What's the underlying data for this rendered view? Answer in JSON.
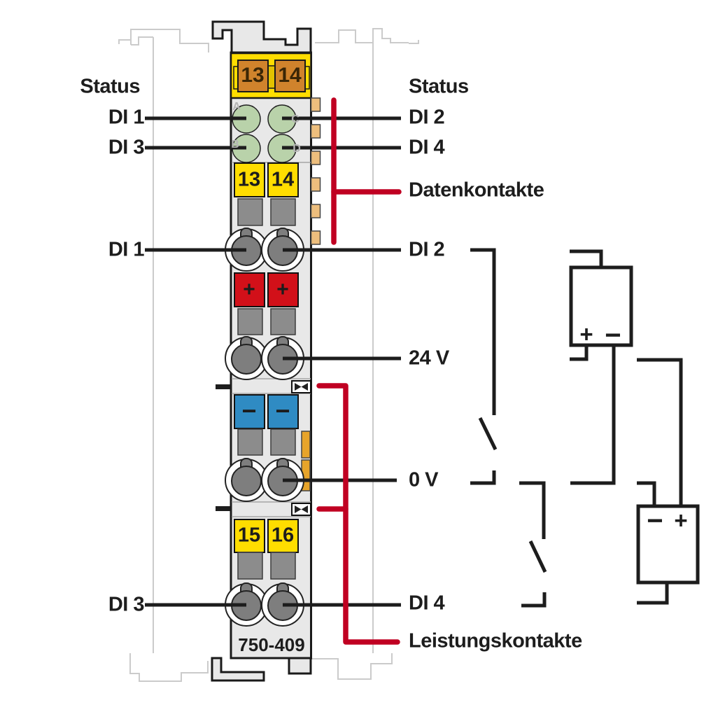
{
  "diagram": {
    "part_number": "750-409",
    "left": {
      "status": "Status",
      "di1_led": "DI 1",
      "di3_led": "DI 3",
      "di1_terminal": "DI 1",
      "di3_terminal": "DI 3"
    },
    "right": {
      "status": "Status",
      "di2_led": "DI 2",
      "di4_led": "DI 4",
      "data_contacts": "Datenkontakte",
      "di2_terminal": "DI 2",
      "v24": "24 V",
      "v0": "0 V",
      "di4_terminal": "DI 4",
      "power_contacts": "Leistungskontakte"
    },
    "module": {
      "bus_contacts": [
        "13",
        "14"
      ],
      "clamps_top": [
        "13",
        "14"
      ],
      "clamps_bottom": [
        "15",
        "16"
      ],
      "led_letters": [
        "A",
        "B",
        "C",
        "D"
      ],
      "plus": "+",
      "minus": "−"
    },
    "colors": {
      "wago_yellow": "#ffdd00",
      "bus_orange": "#d0832c",
      "plus_red": "#d21019",
      "minus_blue": "#2f8bc3",
      "led_green": "#b9d2aa",
      "line_red": "#c00022",
      "line_black": "#1d1d1d",
      "body_gray": "#e8e8e8",
      "contact_tan": "#edbe7d",
      "side_contact_orange": "#e7a42a"
    }
  }
}
